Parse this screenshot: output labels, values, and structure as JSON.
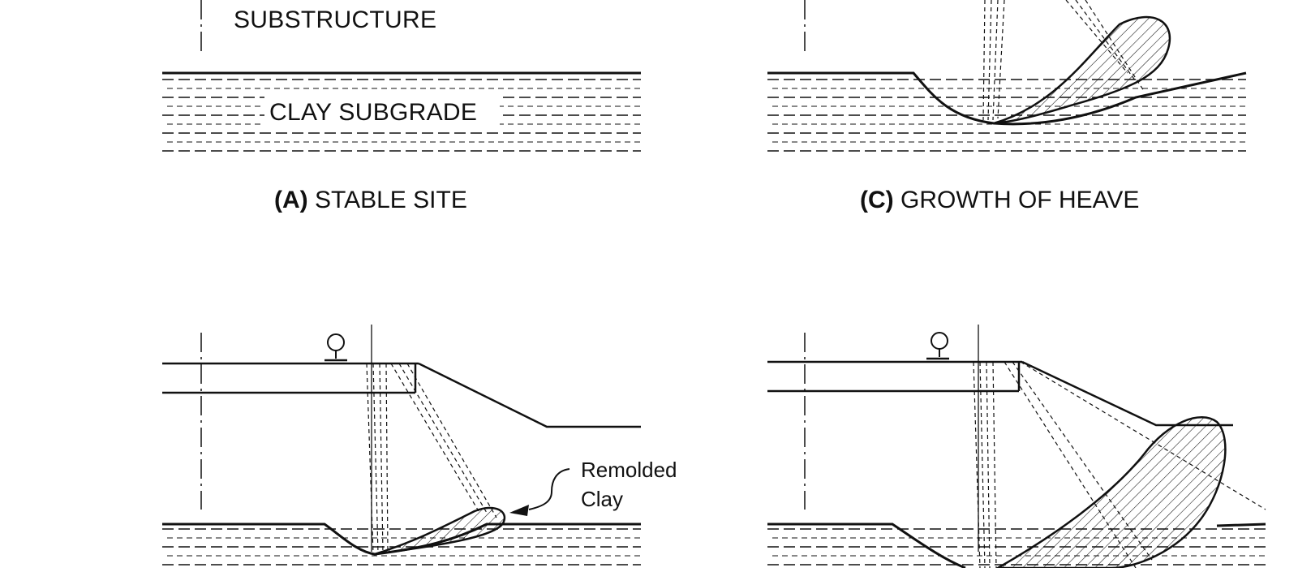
{
  "panels": {
    "a": {
      "caption_letter": "(A)",
      "caption_text": " STABLE SITE",
      "label_substructure": "SUBSTRUCTURE",
      "label_subgrade": "CLAY SUBGRADE"
    },
    "c": {
      "caption_letter": "(C)",
      "caption_text": " GROWTH OF HEAVE"
    },
    "b": {
      "annotation_line1": "Remolded",
      "annotation_line2": "Clay"
    },
    "d": {}
  },
  "colors": {
    "ink": "#111111",
    "background": "#ffffff"
  }
}
